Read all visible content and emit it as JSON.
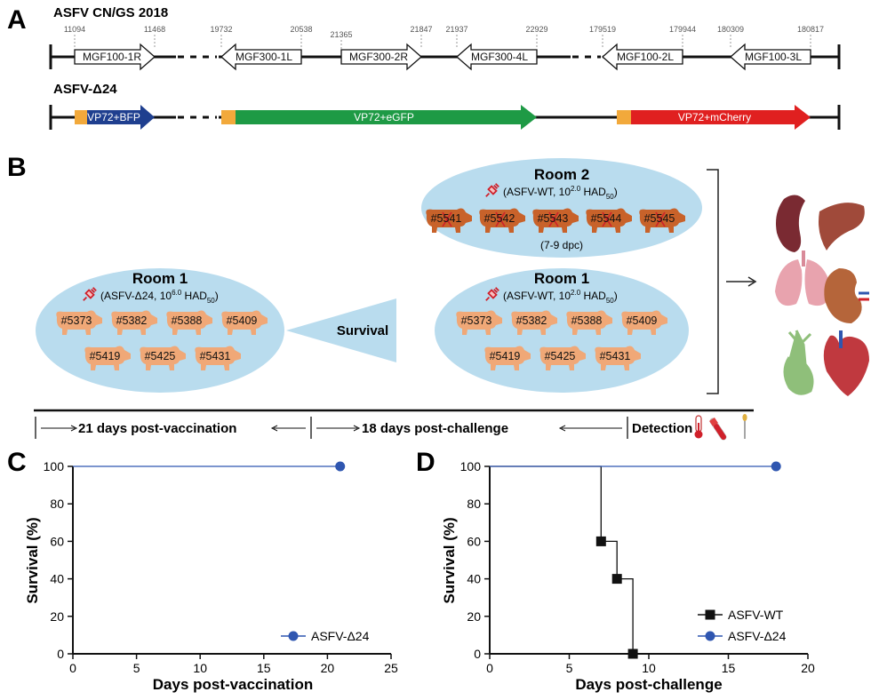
{
  "panel_a": {
    "label": "A",
    "wt_title": "ASFV CN/GS 2018",
    "coords": [
      "11094",
      "11468",
      "19732",
      "20538",
      "21365",
      "21847",
      "21937",
      "22929",
      "179519",
      "179944",
      "180309",
      "180817"
    ],
    "genes": [
      "MGF100-1R",
      "MGF300-1L",
      "MGF300-2R",
      "MGF300-4L",
      "MGF100-2L",
      "MGF100-3L"
    ],
    "mut_title": "ASFV-Δ24",
    "cassettes": [
      "VP72+BFP",
      "VP72+eGFP",
      "VP72+mCherry"
    ],
    "colors": {
      "bfp": "#1f3f8f",
      "egfp": "#1e9a45",
      "mcherry": "#e02020",
      "promoter": "#f2a93b"
    }
  },
  "panel_b": {
    "label": "B",
    "room2": {
      "title": "Room 2",
      "subtitle": "(ASFV-WT, 10",
      "sub_exp": "2.0",
      "sub_mid": " HAD",
      "sub_idx": "50",
      "sub_end": ")",
      "dpc": "(7-9 dpc)",
      "pigs": [
        "#5541",
        "#5542",
        "#5543",
        "#5544",
        "#5545"
      ]
    },
    "room1_vax": {
      "title": "Room 1",
      "subtitle": "(ASFV-Δ24, 10",
      "sub_exp": "6.0",
      "sub_mid": " HAD",
      "sub_idx": "50",
      "sub_end": ")",
      "pigs": [
        "#5373",
        "#5382",
        "#5388",
        "#5409",
        "#5419",
        "#5425",
        "#5431"
      ]
    },
    "room1_chal": {
      "title": "Room 1",
      "subtitle": "(ASFV-WT, 10",
      "sub_exp": "2.0",
      "sub_mid": " HAD",
      "sub_idx": "50",
      "sub_end": ")",
      "pigs": [
        "#5373",
        "#5382",
        "#5388",
        "#5409",
        "#5419",
        "#5425",
        "#5431"
      ]
    },
    "survival_arrow": "Survival",
    "timeline": {
      "vac": "21 days post-vaccination",
      "chal": "18 days post-challenge",
      "det": "Detection"
    },
    "colors": {
      "room_fill": "#b9dcee",
      "pig_healthy": "#f0a877",
      "pig_infected": "#c8622a"
    }
  },
  "chart_data": [
    {
      "panel": "C",
      "type": "line",
      "xlabel": "Days post-vaccination",
      "ylabel": "Survival (%)",
      "xlim": [
        0,
        25
      ],
      "ylim": [
        0,
        100
      ],
      "xticks": [
        "0",
        "5",
        "10",
        "15",
        "20",
        "25"
      ],
      "yticks": [
        "0",
        "20",
        "40",
        "60",
        "80",
        "100"
      ],
      "legend_position": "bottom-right",
      "series": [
        {
          "name": "ASFV-Δ24",
          "color": "#2f56b0",
          "marker": "circle",
          "x": [
            0,
            21
          ],
          "y": [
            100,
            100
          ],
          "markers": [
            [
              21,
              100
            ]
          ]
        }
      ]
    },
    {
      "panel": "D",
      "type": "line",
      "xlabel": "Days post-challenge",
      "ylabel": "Survival (%)",
      "xlim": [
        0,
        20
      ],
      "ylim": [
        0,
        100
      ],
      "xticks": [
        "0",
        "5",
        "10",
        "15",
        "20"
      ],
      "yticks": [
        "0",
        "20",
        "40",
        "60",
        "80",
        "100"
      ],
      "legend_position": "bottom-right",
      "series": [
        {
          "name": "ASFV-WT",
          "color": "#111111",
          "marker": "square",
          "x": [
            0,
            7,
            7,
            8,
            8,
            9,
            9
          ],
          "y": [
            100,
            100,
            60,
            60,
            40,
            40,
            0
          ],
          "markers": [
            [
              7,
              60
            ],
            [
              8,
              40
            ],
            [
              9,
              0
            ]
          ]
        },
        {
          "name": "ASFV-Δ24",
          "color": "#2f56b0",
          "marker": "circle",
          "x": [
            0,
            18
          ],
          "y": [
            100,
            100
          ],
          "markers": [
            [
              18,
              100
            ]
          ]
        }
      ]
    }
  ]
}
